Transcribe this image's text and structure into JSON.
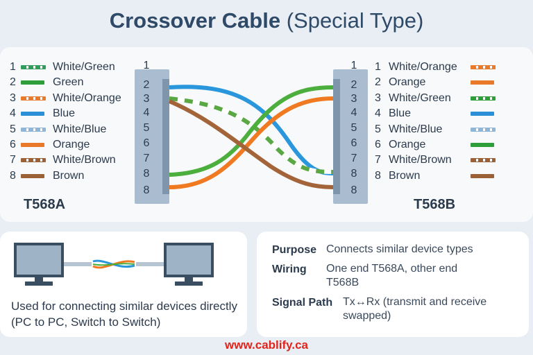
{
  "title": {
    "main": "Crossover Cable",
    "sub": "(Special Type)"
  },
  "left_standard": {
    "name": "T568A",
    "wires": [
      {
        "num": "1",
        "label": "White/Green",
        "colors": [
          "#2e9e5a",
          "#ffffff"
        ]
      },
      {
        "num": "2",
        "label": "Green",
        "colors": [
          "#2e9e3a"
        ]
      },
      {
        "num": "3",
        "label": "White/Orange",
        "colors": [
          "#e87a2a",
          "#ffffff"
        ]
      },
      {
        "num": "4",
        "label": "Blue",
        "colors": [
          "#2a8fd6"
        ]
      },
      {
        "num": "5",
        "label": "White/Blue",
        "colors": [
          "#8fb6d6",
          "#ffffff"
        ]
      },
      {
        "num": "6",
        "label": "Orange",
        "colors": [
          "#e8782a"
        ]
      },
      {
        "num": "7",
        "label": "White/Brown",
        "colors": [
          "#9b6035",
          "#ffffff"
        ]
      },
      {
        "num": "8",
        "label": "Brown",
        "colors": [
          "#9b6035"
        ]
      }
    ],
    "pins": [
      "1",
      "2",
      "3",
      "4",
      "5",
      "6",
      "7",
      "8",
      "8"
    ]
  },
  "right_standard": {
    "name": "T568B",
    "wires": [
      {
        "num": "1",
        "label": "White/Orange",
        "colors": [
          "#e87a2a",
          "#ffffff"
        ]
      },
      {
        "num": "2",
        "label": "Orange",
        "colors": [
          "#e8782a"
        ]
      },
      {
        "num": "3",
        "label": "White/Green",
        "colors": [
          "#2e9e3a",
          "#ffffff"
        ]
      },
      {
        "num": "4",
        "label": "Blue",
        "colors": [
          "#2a8fd6"
        ]
      },
      {
        "num": "5",
        "label": "White/Blue",
        "colors": [
          "#8fb6d6",
          "#ffffff"
        ]
      },
      {
        "num": "6",
        "label": "Orange",
        "colors": [
          "#2e9e3a"
        ]
      },
      {
        "num": "7",
        "label": "White/Brown",
        "colors": [
          "#9b6035",
          "#ffffff"
        ]
      },
      {
        "num": "8",
        "label": "Brown",
        "colors": [
          "#9b6035"
        ]
      }
    ],
    "pins": [
      "1",
      "2",
      "3",
      "4",
      "5",
      "6",
      "7",
      "8",
      "8"
    ]
  },
  "devices_caption": "Used for connecting similar devices directly (PC to PC, Switch to Switch)",
  "info": {
    "purpose_key": "Purpose",
    "purpose_val": "Connects similar device types",
    "wiring_key": "Wiring",
    "wiring_val": "One end T568A, other end T568B",
    "signal_key": "Signal Path",
    "signal_val": "Tx↔Rx (transmit and receive swapped)"
  },
  "footer": "www.cablify.ca",
  "colors": {
    "title": "#2e4a68",
    "connector": "#a9bccf",
    "green": "#4cae3c",
    "blue": "#2a96db",
    "orange": "#ef7a22",
    "brown": "#a3643a",
    "footer": "#e0241c"
  }
}
